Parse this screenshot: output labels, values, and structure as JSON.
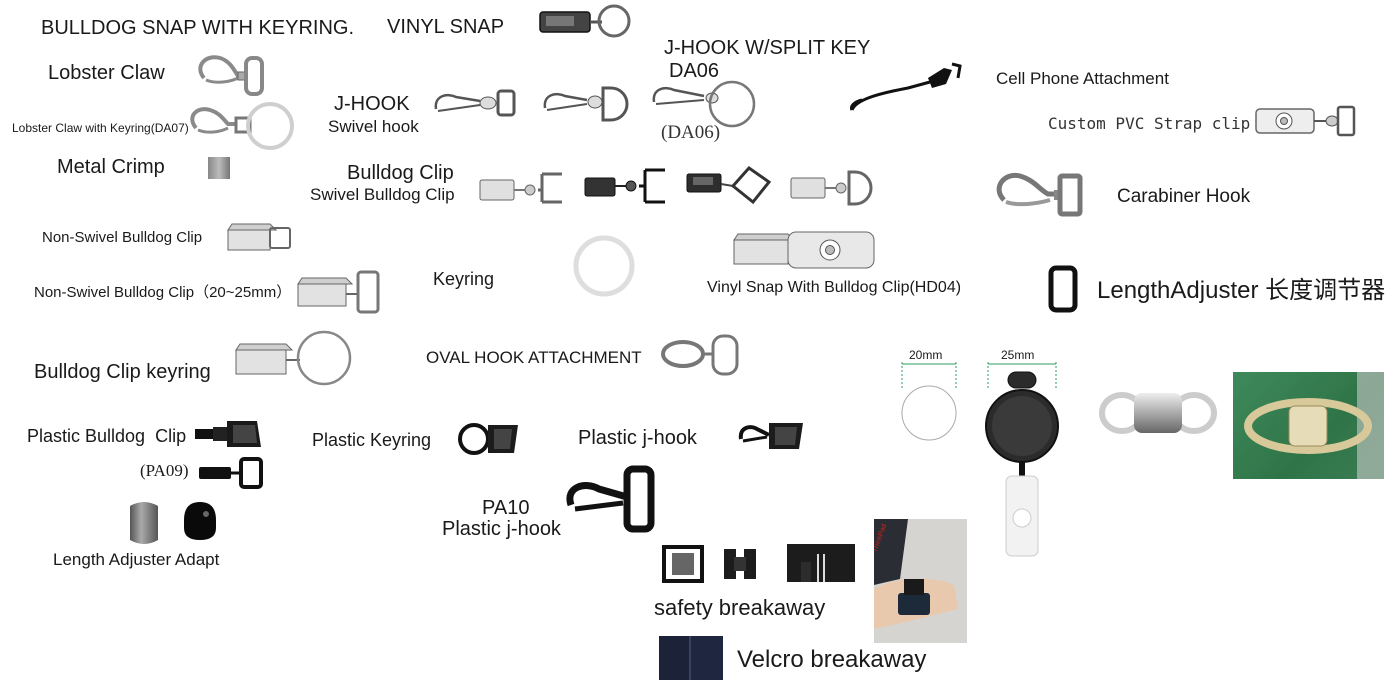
{
  "labels": {
    "bulldog_snap_keyring": "BULLDOG SNAP WITH KEYRING.",
    "vinyl_snap": "VINYL SNAP",
    "jhook_split_key": "J-HOOK W/SPLIT KEY",
    "da06_top": "DA06",
    "da06_paren": "(DA06)",
    "lobster_claw": "Lobster Claw",
    "lobster_claw_keyring": "Lobster Claw with Keyring(DA07)",
    "metal_crimp": "Metal Crimp",
    "jhook": "J-HOOK",
    "swivel_hook": "Swivel hook",
    "cell_phone": "Cell Phone Attachment",
    "custom_pvc": "Custom PVC Strap clip",
    "bulldog_clip": "Bulldog Clip",
    "swivel_bulldog": "Swivel Bulldog Clip",
    "carabiner": "Carabiner Hook",
    "non_swivel": "Non-Swivel Bulldog Clip",
    "non_swivel_size": "Non-Swivel Bulldog Clip（20~25mm）",
    "keyring": "Keyring",
    "vinyl_snap_bulldog": "Vinyl Snap With Bulldog Clip(HD04)",
    "length_adjuster": "LengthAdjuster 长度调节器",
    "bulldog_keyring": "Bulldog Clip keyring",
    "oval_hook": "OVAL HOOK ATTACHMENT",
    "dim_20": "20mm",
    "dim_25": "25mm",
    "plastic_bulldog": "Plastic Bulldog  Clip",
    "pa09": "(PA09)",
    "plastic_keyring": "Plastic Keyring",
    "plastic_jhook": "Plastic j-hook",
    "pa10": "PA10",
    "pa10_plastic_jhook": "Plastic j-hook",
    "length_adjuster_adapt": "Length Adjuster Adapt",
    "safety_breakaway": "safety breakaway",
    "velcro_breakaway": "Velcro breakaway",
    "thinkpad": "ThinkPad"
  },
  "colors": {
    "metal": "#c9c9c9",
    "metal_dark": "#6e6e6e",
    "black_part": "#1c1c1c",
    "green_photo": "#3d8a5a",
    "velcro": "#1c2338"
  }
}
